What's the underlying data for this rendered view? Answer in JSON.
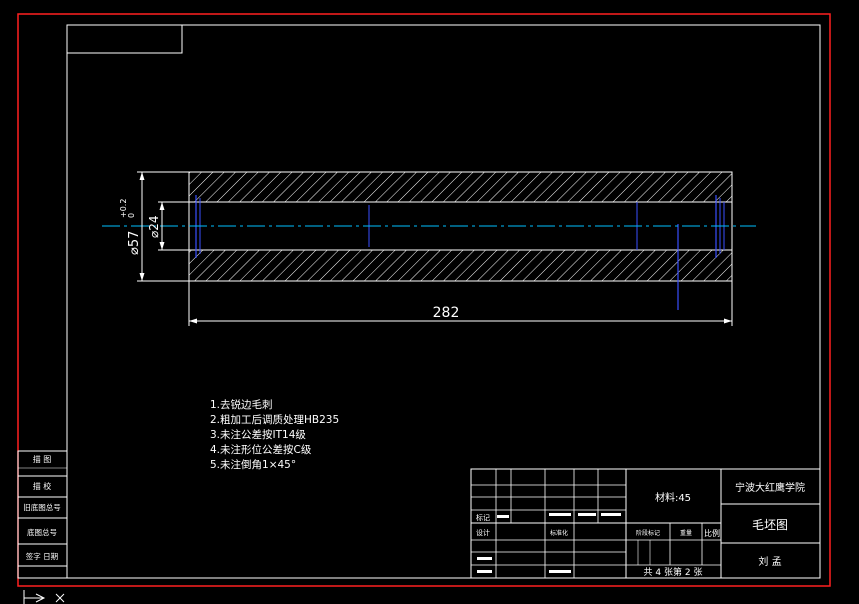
{
  "drawing": {
    "type": "cad-blank-drawing",
    "colors": {
      "background": "#000000",
      "outer_border": "#ff2020",
      "line": "#ffffff",
      "centerline": "#00c0ff",
      "hidden_line": "#3a4fff",
      "hatch": "#ffffff"
    }
  },
  "part": {
    "outer_diameter": "⌀57",
    "tolerance_upper": "+0.2",
    "tolerance_lower": "0",
    "inner_diameter": "⌀24",
    "length": "282"
  },
  "notes": [
    "1.去锐边毛刺",
    "2.粗加工后调质处理HB235",
    "3.未注公差按IT14级",
    "4.未注形位公差按C级",
    "5.未注倒角1×45°"
  ],
  "side_table": {
    "rows": [
      "描 图",
      "描 校",
      "旧底图总号",
      "底图总号",
      "签字 日期"
    ]
  },
  "title_block": {
    "school": "宁波大红鹰学院",
    "title": "毛坯图",
    "material": "材料:45",
    "author": "刘 孟",
    "sheet": "共 4 张第 2 张",
    "labels": {
      "mark": "标记",
      "design": "设计",
      "standardize": "标准化",
      "stage_mark": "阶段标记",
      "weight": "重量",
      "scale": "比例"
    }
  },
  "icons": {
    "arrow": "ucs-arrow-icon",
    "x": "ucs-x-icon"
  }
}
